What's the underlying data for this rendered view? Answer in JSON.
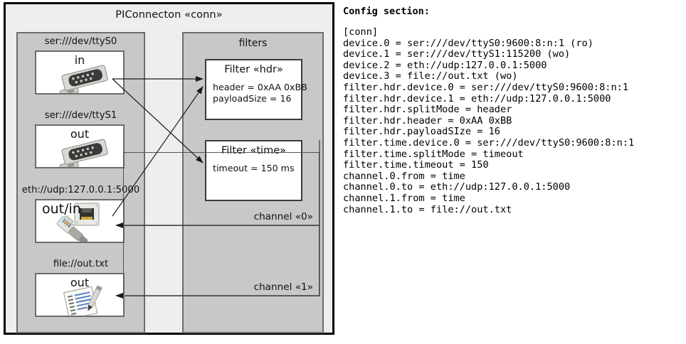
{
  "diagram": {
    "title": "PIConnecton «conn»",
    "devices_panel": {
      "name": "devices",
      "devices": [
        {
          "label": "ser:///dev/ttyS0",
          "direction": "in",
          "icon": "serial-port-icon"
        },
        {
          "label": "ser:///dev/ttyS1",
          "direction": "out",
          "icon": "serial-port-icon"
        },
        {
          "label": "eth://udp:127.0.0.1:5000",
          "direction": "out/in",
          "icon": "ethernet-jack-icon"
        },
        {
          "label": "file://out.txt",
          "direction": "out",
          "icon": "text-file-icon"
        }
      ]
    },
    "filters_panel": {
      "title": "filters",
      "filters": [
        {
          "title": "Filter «hdr»",
          "props": "header = 0xAA 0xBB\npayloadSize = 16"
        },
        {
          "title": "Filter «time»",
          "props": "timeout = 150 ms"
        }
      ],
      "channels": [
        {
          "label": "channel «0»"
        },
        {
          "label": "channel «1»"
        }
      ]
    }
  },
  "config": {
    "heading": "Config section:",
    "text": "[conn]\ndevice.0 = ser:///dev/ttyS0:9600:8:n:1 (ro)\ndevice.1 = ser:///dev/ttyS1:115200 (wo)\ndevice.2 = eth://udp:127.0.0.1:5000\ndevice.3 = file://out.txt (wo)\nfilter.hdr.device.0 = ser:///dev/ttyS0:9600:8:n:1\nfilter.hdr.device.1 = eth://udp:127.0.0.1:5000\nfilter.hdr.splitMode = header\nfilter.hdr.header = 0xAA 0xBB\nfilter.hdr.payloadSIze = 16\nfilter.time.device.0 = ser:///dev/ttyS0:9600:8:n:1\nfilter.time.splitMode = timeout\nfilter.time.timeout = 150\nchannel.0.from = time\nchannel.0.to = eth://udp:127.0.0.1:5000\nchannel.1.from = time\nchannel.1.to = file://out.txt"
  },
  "colors": {
    "panel_fill": "#c8c8c8",
    "panel_border": "#6d6d6d",
    "canvas_fill": "#eeeeee",
    "box_fill": "#ffffff",
    "outline": "#000000"
  }
}
